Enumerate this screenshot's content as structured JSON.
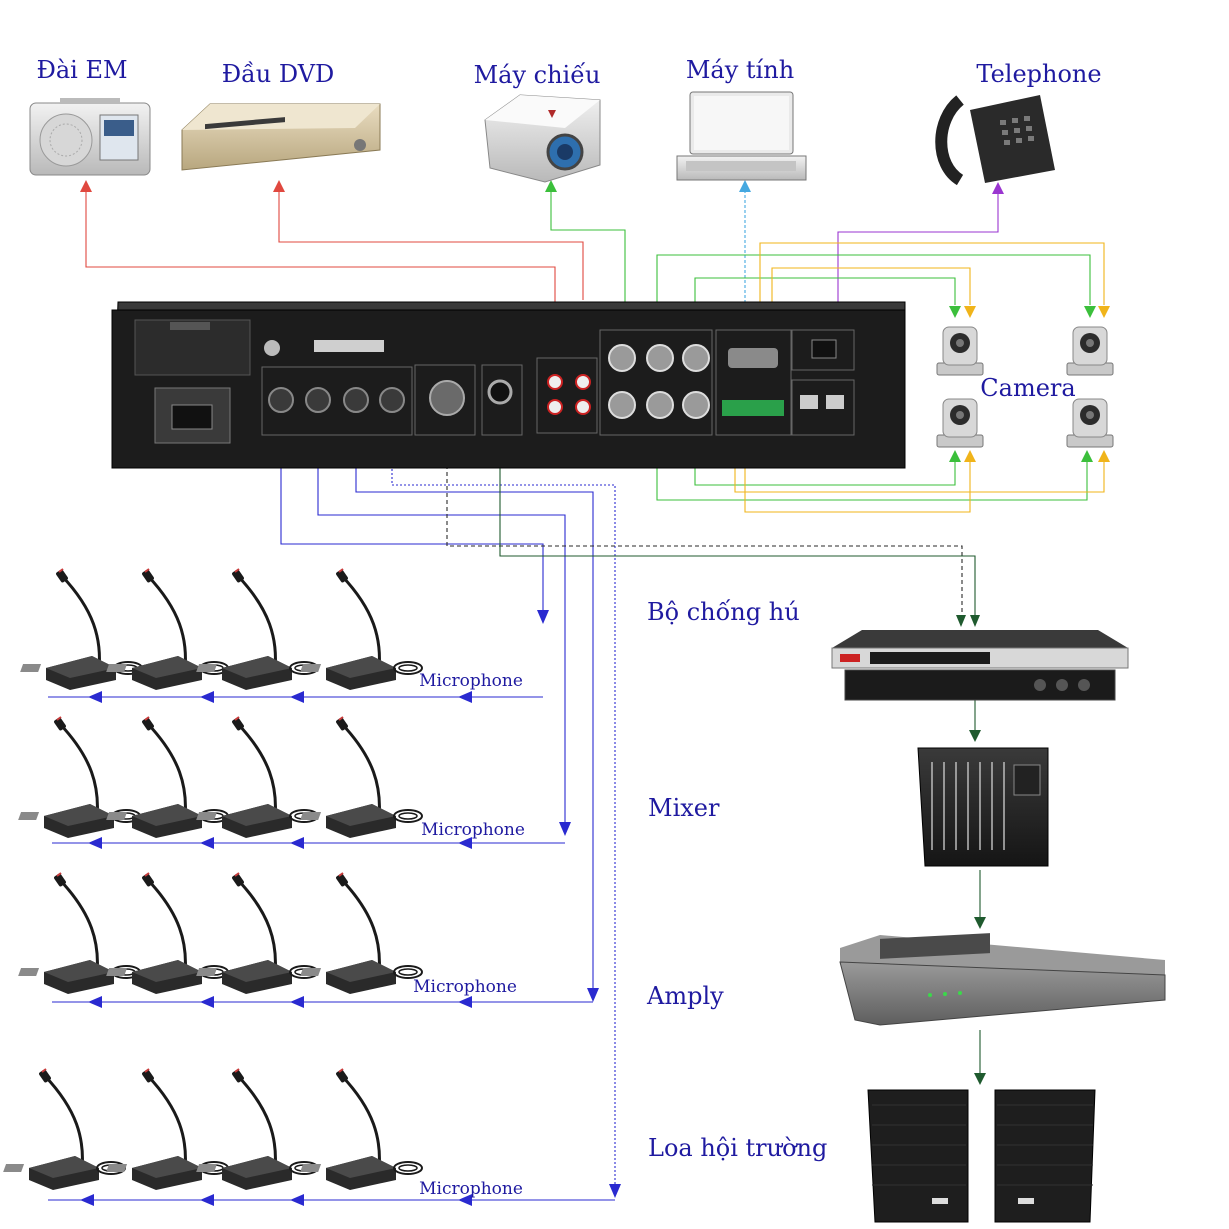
{
  "labels": {
    "radio": "Đài EM",
    "dvd": "Đầu DVD",
    "projector": "Máy chiếu",
    "laptop": "Máy tính",
    "telephone": "Telephone",
    "camera": "Camera",
    "feedback": "Bộ chống hú",
    "mixer": "Mixer",
    "amp": "Amply",
    "speakers": "Loa hội trường"
  },
  "mic_rows": [
    {
      "label": "Microphone"
    },
    {
      "label": "Microphone"
    },
    {
      "label": "Microphone"
    },
    {
      "label": "Microphone"
    }
  ],
  "colors": {
    "label": "#1f1aa0",
    "line_red": "#e0483f",
    "line_green": "#3bbf3b",
    "line_yellow": "#f0b41a",
    "line_blue": "#2a2ad0",
    "line_purple": "#9a35d0",
    "line_cyan": "#45a8e0",
    "line_darkgreen": "#1f5a2e"
  }
}
